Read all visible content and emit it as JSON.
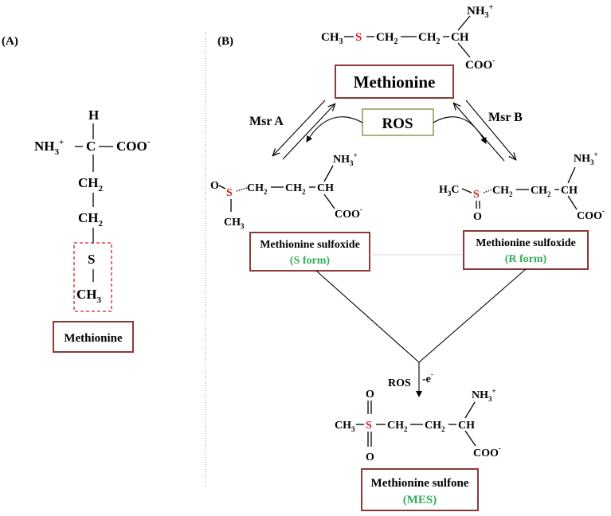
{
  "panels": {
    "a_label": "(A)",
    "b_label": "(B)"
  },
  "panel_a": {
    "h": "H",
    "nh3": "NH",
    "nh3_sub": "3",
    "nh3_sup": "+",
    "c": "C",
    "coo": "COO",
    "coo_sup": "-",
    "ch2_1": "CH",
    "ch2_1_sub": "2",
    "ch2_2": "CH",
    "ch2_2_sub": "2",
    "s": "S",
    "ch3": "CH",
    "ch3_sub": "3",
    "name": "Methionine"
  },
  "top_structure": {
    "ch3": "CH",
    "ch3_sub": "3",
    "s": "S",
    "ch2a": "CH",
    "ch2a_sub": "2",
    "ch2b": "CH",
    "ch2b_sub": "2",
    "ch": "CH",
    "nh3": "NH",
    "nh3_sub": "3",
    "nh3_sup": "+",
    "coo": "COO",
    "coo_sup": "-"
  },
  "methionine_box": "Methionine",
  "ros_box": "ROS",
  "msr_a": "Msr A",
  "msr_b": "Msr B",
  "sulfoxide_s": {
    "o": "O",
    "s": "S",
    "ch2a": "CH",
    "ch2a_sub": "2",
    "ch2b": "CH",
    "ch2b_sub": "2",
    "ch": "CH",
    "ch3": "CH",
    "ch3_sub": "3",
    "nh3": "NH",
    "nh3_sub": "3",
    "nh3_sup": "+",
    "coo": "COO",
    "coo_sup": "-",
    "name": "Methionine sulfoxide",
    "form": "(S form)"
  },
  "sulfoxide_r": {
    "h3c": "H",
    "h3c_sub": "3",
    "h3c_c": "C",
    "s": "S",
    "o": "O",
    "ch2a": "CH",
    "ch2a_sub": "2",
    "ch2b": "CH",
    "ch2b_sub": "2",
    "ch": "CH",
    "nh3": "NH",
    "nh3_sub": "3",
    "nh3_sup": "+",
    "coo": "COO",
    "coo_sup": "-",
    "name": "Methionine sulfoxide",
    "form": "(R form)"
  },
  "bottom_arrow": {
    "ros": "ROS",
    "e": "-e",
    "e_sup": "-"
  },
  "sulfone": {
    "o_top": "O",
    "o_bot": "O",
    "ch3": "CH",
    "ch3_sub": "3",
    "s": "S",
    "ch2a": "CH",
    "ch2a_sub": "2",
    "ch2b": "CH",
    "ch2b_sub": "2",
    "ch": "CH",
    "nh3": "NH",
    "nh3_sub": "3",
    "nh3_sup": "+",
    "coo": "COO",
    "coo_sup": "-",
    "name": "Methionine sulfone",
    "abbr": "(MES)"
  },
  "colors": {
    "box_border": "#8b3a3a",
    "ros_border": "#8a9a55",
    "sulfur": "#d42020",
    "green_label": "#2fae58"
  }
}
